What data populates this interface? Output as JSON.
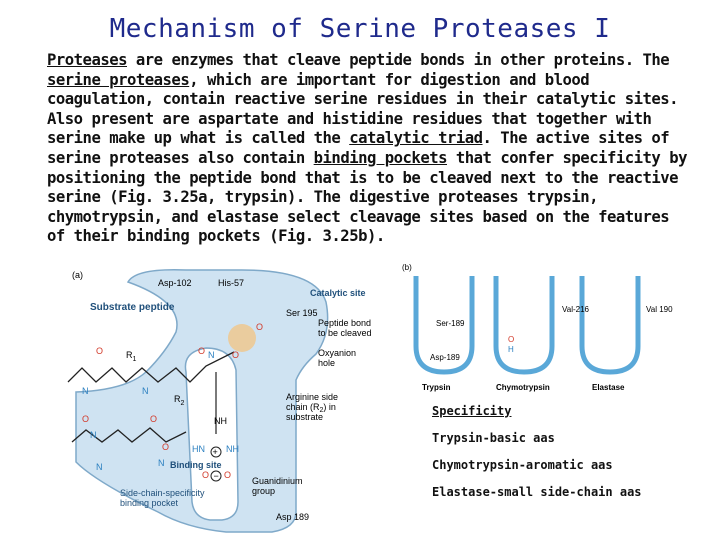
{
  "slide": {
    "title": "Mechanism of Serine Proteases I",
    "paragraph": {
      "t_proteases": "Proteases",
      "t1": " are enzymes that cleave peptide bonds in other proteins. The ",
      "t_serine": "serine proteases",
      "t2": ", which are important for digestion and blood coagulation, contain reactive serine residues in their catalytic sites. Also present are aspartate and histidine residues that together with serine make up what is called the ",
      "t_triad": "catalytic triad",
      "t3": ". The active sites of serine proteases also contain ",
      "t_pockets": "binding pockets",
      "t4": " that confer specificity by positioning the peptide bond that is to be cleaved next to the reactive serine (Fig. 3.25a, trypsin). The digestive proteases trypsin, chymotrypsin, and elastase select cleavage sites based on the features of their binding pockets (Fig. 3.25b)."
    }
  },
  "figure_a": {
    "panel": "(a)",
    "asp102": "Asp-102",
    "his57": "His-57",
    "catalytic_site": "Catalytic site",
    "ser195": "Ser 195",
    "substrate_peptide": "Substrate peptide",
    "peptide_bond": "Peptide bond",
    "to_be_cleaved": "to be cleaved",
    "oxyanion": "Oxyanion",
    "hole": "hole",
    "arginine1": "Arginine side",
    "arginine2": "chain (R",
    "arginine2b": "2",
    "arginine2c": ") in",
    "arginine3": "substrate",
    "binding_site": "Binding site",
    "guanidinium1": "Guanidinium",
    "guanidinium2": "group",
    "pocket1": "Side-chain-specificity",
    "pocket2": "binding pocket",
    "asp189": "Asp 189",
    "r1": "R",
    "r1s": "1",
    "r2": "R",
    "r2s": "2"
  },
  "figure_b": {
    "panel": "(b)",
    "ser189": "Ser-189",
    "asp189": "Asp-189",
    "val216": "Val-216",
    "val190": "Val 190",
    "trypsin": "Trypsin",
    "chymotrypsin": "Chymotrypsin",
    "elastase": "Elastase"
  },
  "legend": {
    "heading": "Specificity",
    "items": [
      "Trypsin-basic aas",
      "Chymotrypsin-aromatic aas",
      "Elastase-small side-chain aas"
    ]
  },
  "colors": {
    "title": "#1f2a8c",
    "enzyme_fill": "#cfe3f2",
    "enzyme_stroke": "#7fa9c9",
    "atom_n": "#2a7fc0",
    "atom_o": "#d23a2a",
    "oxyanion": "#f5c27a"
  }
}
